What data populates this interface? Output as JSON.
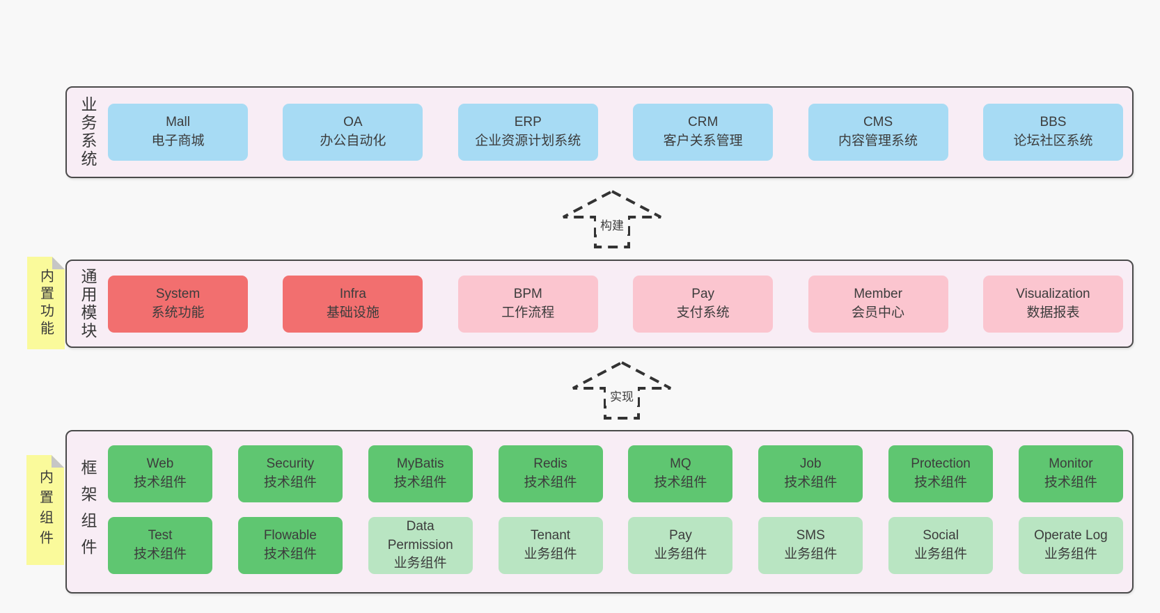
{
  "colors": {
    "page_bg": "#f8f8f8",
    "panel_bg": "#f8edf5",
    "panel_border": "#4a4a4a",
    "business_box": "#a7dbf4",
    "core_module_box": "#f26f6f",
    "optional_module_box": "#fbc5cf",
    "tech_component_box": "#5fc671",
    "biz_component_box": "#b9e5c2",
    "sticky_note": "#fafa9b",
    "sticky_fold": "#c6c6c6",
    "arrow_stroke": "#333333",
    "text": "#3c3c3c"
  },
  "sections": {
    "business": {
      "label": "业务系统",
      "items": [
        {
          "title": "Mall",
          "subtitle": "电子商城"
        },
        {
          "title": "OA",
          "subtitle": "办公自动化"
        },
        {
          "title": "ERP",
          "subtitle": "企业资源计划系统"
        },
        {
          "title": "CRM",
          "subtitle": "客户关系管理"
        },
        {
          "title": "CMS",
          "subtitle": "内容管理系统"
        },
        {
          "title": "BBS",
          "subtitle": "论坛社区系统"
        }
      ]
    },
    "modules": {
      "label": "通用模块",
      "tag": "内置功能",
      "items": [
        {
          "title": "System",
          "subtitle": "系统功能"
        },
        {
          "title": "Infra",
          "subtitle": "基础设施"
        },
        {
          "title": "BPM",
          "subtitle": "工作流程"
        },
        {
          "title": "Pay",
          "subtitle": "支付系统"
        },
        {
          "title": "Member",
          "subtitle": "会员中心"
        },
        {
          "title": "Visualization",
          "subtitle": "数据报表"
        }
      ]
    },
    "components": {
      "label": "框架组件",
      "tag": "内置组件",
      "row1": [
        {
          "title": "Web",
          "subtitle": "技术组件"
        },
        {
          "title": "Security",
          "subtitle": "技术组件"
        },
        {
          "title": "MyBatis",
          "subtitle": "技术组件"
        },
        {
          "title": "Redis",
          "subtitle": "技术组件"
        },
        {
          "title": "MQ",
          "subtitle": "技术组件"
        },
        {
          "title": "Job",
          "subtitle": "技术组件"
        },
        {
          "title": "Protection",
          "subtitle": "技术组件"
        },
        {
          "title": "Monitor",
          "subtitle": "技术组件"
        }
      ],
      "row2": [
        {
          "title": "Test",
          "subtitle": "技术组件"
        },
        {
          "title": "Flowable",
          "subtitle": "技术组件"
        },
        {
          "title": "Data Permission",
          "subtitle": "业务组件"
        },
        {
          "title": "Tenant",
          "subtitle": "业务组件"
        },
        {
          "title": "Pay",
          "subtitle": "业务组件"
        },
        {
          "title": "SMS",
          "subtitle": "业务组件"
        },
        {
          "title": "Social",
          "subtitle": "业务组件"
        },
        {
          "title": "Operate Log",
          "subtitle": "业务组件"
        }
      ]
    }
  },
  "arrows": {
    "build": {
      "label": "构建"
    },
    "implement": {
      "label": "实现"
    }
  }
}
